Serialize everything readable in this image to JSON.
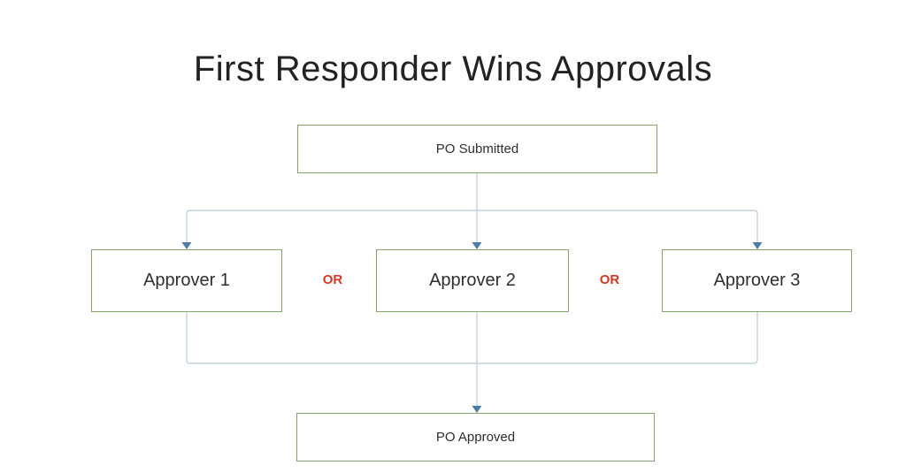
{
  "title": "First Responder Wins Approvals",
  "nodes": {
    "po_submitted": {
      "label": "PO Submitted"
    },
    "approver_1": {
      "label": "Approver 1"
    },
    "approver_2": {
      "label": "Approver 2"
    },
    "approver_3": {
      "label": "Approver 3"
    },
    "po_approved": {
      "label": "PO Approved"
    }
  },
  "or_separators": [
    "OR",
    "OR"
  ],
  "colors": {
    "page-bg": "#ffffff",
    "box-border": "#85a470",
    "box-fill": "#ffffff",
    "node-text": "#2f2f2f",
    "title-text": "#222222",
    "or-text": "#cf3a28",
    "connector-line": "#c3d4de",
    "connector-arrow": "#4d7ba1"
  }
}
